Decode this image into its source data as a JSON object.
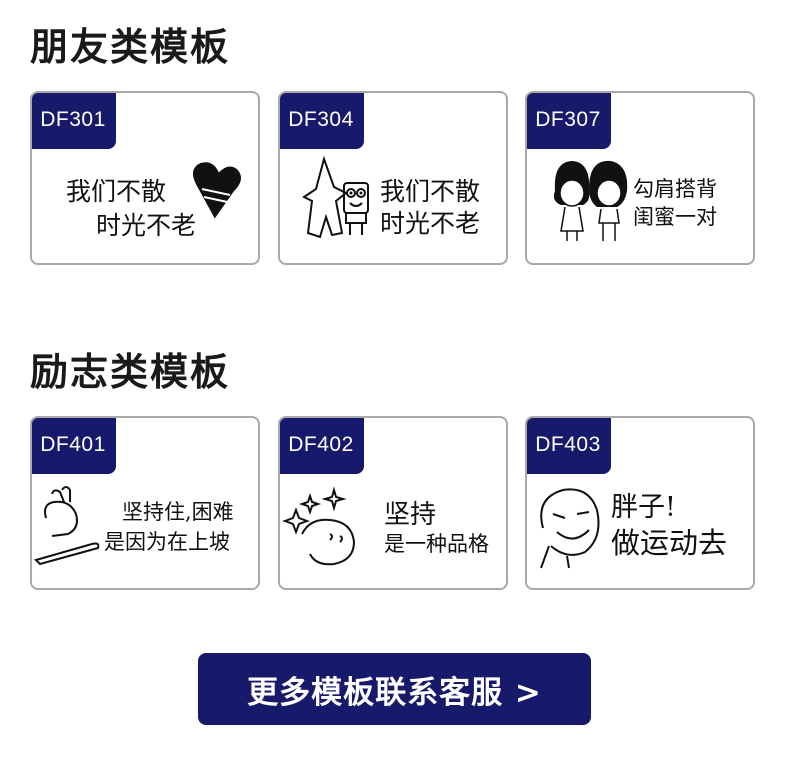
{
  "sections": [
    {
      "title": "朋友类模板",
      "cards": [
        {
          "code": "DF301",
          "line1": "我们不散",
          "line2": "时光不老"
        },
        {
          "code": "DF304",
          "line1": "我们不散",
          "line2": "时光不老"
        },
        {
          "code": "DF307",
          "line1": "勾肩搭背",
          "line2": "闺蜜一对"
        }
      ]
    },
    {
      "title": "励志类模板",
      "cards": [
        {
          "code": "DF401",
          "line1": "坚持住,困难",
          "line2": "是因为在上坡"
        },
        {
          "code": "DF402",
          "line1": "坚持",
          "line2": "是一种品格"
        },
        {
          "code": "DF403",
          "line1": "胖子!",
          "line2": "做运动去"
        }
      ]
    }
  ],
  "cta": {
    "label": "更多模板联系客服 >"
  },
  "icons": {
    "DF301": "heart-icon",
    "DF304": "cartoon-friends-icon",
    "DF307": "two-girls-icon",
    "DF401": "rabbit-surfing-icon",
    "DF402": "rabbit-sparkle-icon",
    "DF403": "smiley-face-icon"
  },
  "colors": {
    "accent": "#171a6b",
    "border": "#a9a9a9",
    "text": "#1a1a1a"
  }
}
